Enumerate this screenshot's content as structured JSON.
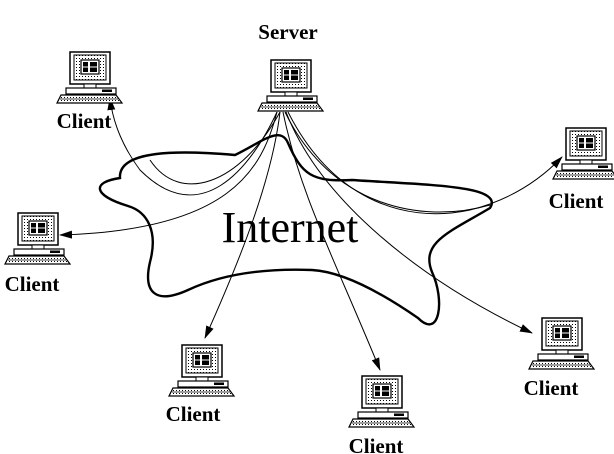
{
  "server": {
    "label": "Server",
    "icon": "computer-icon"
  },
  "cloud": {
    "label": "Internet"
  },
  "clients": [
    {
      "label": "Client",
      "icon": "computer-icon"
    },
    {
      "label": "Client",
      "icon": "computer-icon"
    },
    {
      "label": "Client",
      "icon": "computer-icon"
    },
    {
      "label": "Client",
      "icon": "computer-icon"
    },
    {
      "label": "Client",
      "icon": "computer-icon"
    },
    {
      "label": "Client",
      "icon": "computer-icon"
    }
  ],
  "colors": {
    "ink": "#000000",
    "background": "#ffffff"
  }
}
